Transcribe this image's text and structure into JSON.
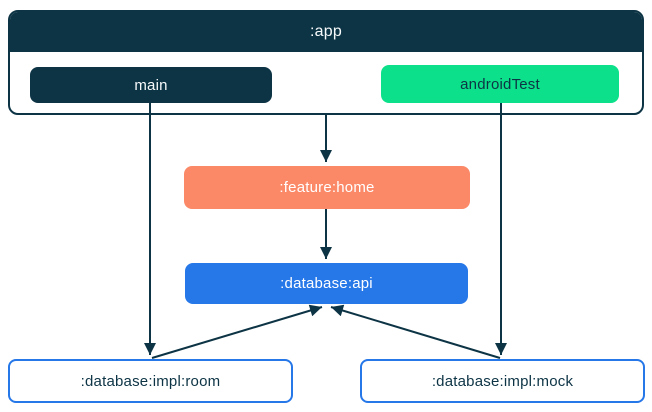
{
  "diagram": {
    "type": "module-dependency-graph",
    "colors": {
      "navy": "#0D3445",
      "green": "#0CE08A",
      "coral": "#FB8967",
      "blue": "#2677E8",
      "white": "#FFFFFF",
      "edge": "#0D3445"
    },
    "nodes": {
      "app": {
        "label": ":app",
        "fill": "#0D3445",
        "text": "#FFFFFF",
        "kind": "container"
      },
      "main": {
        "label": "main",
        "fill": "#0D3445",
        "text": "#FFFFFF",
        "kind": "source-set"
      },
      "android_test": {
        "label": "androidTest",
        "fill": "#0CE08A",
        "text": "#0D3445",
        "kind": "source-set"
      },
      "feature_home": {
        "label": ":feature:home",
        "fill": "#FB8967",
        "text": "#FFFFFF",
        "kind": "module"
      },
      "database_api": {
        "label": ":database:api",
        "fill": "#2677E8",
        "text": "#FFFFFF",
        "kind": "module"
      },
      "database_impl_room": {
        "label": ":database:impl:room",
        "fill": "#FFFFFF",
        "text": "#0D3445",
        "border": "#2677E8",
        "kind": "module"
      },
      "database_impl_mock": {
        "label": ":database:impl:mock",
        "fill": "#FFFFFF",
        "text": "#0D3445",
        "border": "#2677E8",
        "kind": "module"
      }
    },
    "edges": [
      {
        "from": "app",
        "to": "feature_home"
      },
      {
        "from": "main",
        "to": "database_impl_room"
      },
      {
        "from": "android_test",
        "to": "database_impl_mock"
      },
      {
        "from": "feature_home",
        "to": "database_api"
      },
      {
        "from": "database_impl_room",
        "to": "database_api"
      },
      {
        "from": "database_impl_mock",
        "to": "database_api"
      }
    ]
  }
}
